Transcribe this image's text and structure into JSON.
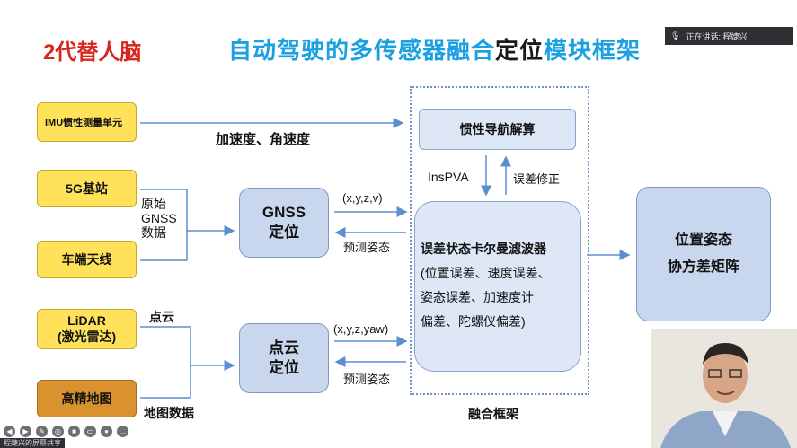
{
  "title": {
    "left": "2代替人脑",
    "main_blue_1": "自动驾驶的多传感器融合",
    "main_dark": "定位",
    "main_blue_2": "模块框架"
  },
  "inputs": {
    "imu": "IMU惯性测量单元",
    "g5": "5G基站",
    "antenna": "车端天线",
    "lidar": "LiDAR\n(激光雷达)",
    "hdmap": "高精地图"
  },
  "nodes": {
    "gnss": "GNSS\n定位",
    "pointcloud": "点云\n定位",
    "ins": "惯性导航解算",
    "ekf_title": "误差状态卡尔曼滤波器",
    "ekf_detail": "(位置误差、速度误差、\n姿态误差、加速度计\n偏差、陀螺仪偏差)",
    "output": "位置姿态\n协方差矩阵"
  },
  "labels": {
    "accel": "加速度、角速度",
    "raw_gnss": "原始\nGNSS\n数据",
    "xyzv": "(x,y,z,v)",
    "pred1": "预测姿态",
    "xyzyaw": "(x,y,z,yaw)",
    "pred2": "预测姿态",
    "cloud": "点云",
    "mapdata": "地图数据",
    "inspva": "InsPVA",
    "errfix": "误差修正",
    "fusion": "融合框架"
  },
  "meeting": {
    "speaking": "正在讲话: 程婕兴",
    "share": "程婕兴的屏幕共享"
  },
  "colors": {
    "title_red": "#d9261c",
    "title_blue": "#1ba1e2",
    "arrow": "#5b8fd1"
  }
}
